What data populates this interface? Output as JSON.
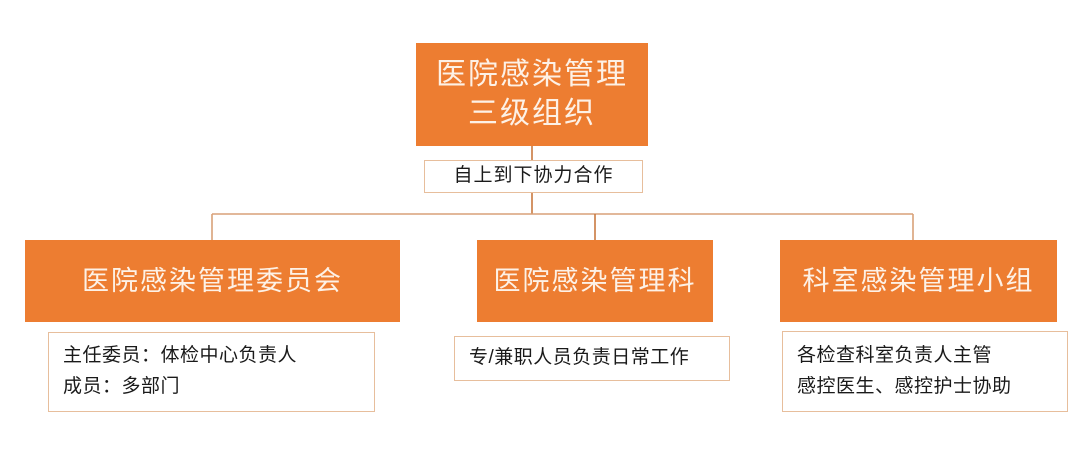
{
  "diagram": {
    "type": "organization-chart",
    "accent_color": "#ED7D31",
    "outline_color": "#E7BE9C",
    "connector_color": "#C9793F",
    "text_on_accent_color": "#FDF1E6",
    "body_text_color": "#1a1a1a",
    "background_color": "#FFFFFF",
    "root": {
      "title": "医院感染管理\n三级组织"
    },
    "connector_label": {
      "text": "自上到下协力合作"
    },
    "branches": [
      {
        "header": "医院感染管理委员会",
        "detail": "主任委员：体检中心负责人\n成员：多部门"
      },
      {
        "header": "医院感染管理科",
        "detail": "专/兼职人员负责日常工作"
      },
      {
        "header": "科室感染管理小组",
        "detail": "各检查科室负责人主管\n感控医生、感控护士协助"
      }
    ]
  }
}
